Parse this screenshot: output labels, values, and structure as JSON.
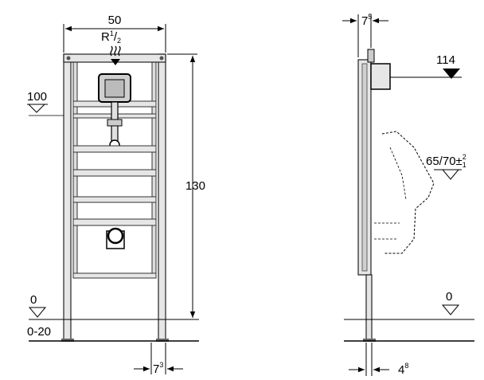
{
  "front_view": {
    "width_label": "50",
    "connection_label": "R",
    "connection_sup": "1",
    "connection_sub": "2",
    "height_label": "130",
    "level_100_label": "100",
    "floor_zero_label": "0",
    "floor_range_label": "0-20",
    "foot_offset_base": "7",
    "foot_offset_sup": "3"
  },
  "side_view": {
    "depth_base": "7",
    "depth_sup": "5",
    "level_114_label": "114",
    "level_6570_label": "65/70",
    "tol_sign": "±",
    "tol_sup": "2",
    "tol_sub": "1",
    "floor_zero_label": "0",
    "foot_depth_base": "4",
    "foot_depth_sup": "8"
  },
  "colors": {
    "line": "#000000",
    "frame_fill": "#e6e6e6",
    "frame_edge": "#222222"
  }
}
